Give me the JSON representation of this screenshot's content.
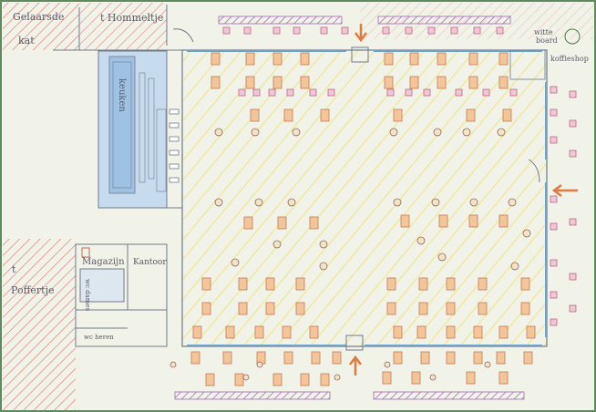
{
  "labels": {
    "street_left_1": "Gelaarsde",
    "street_left_2": "kat",
    "street_top": "t Hommeltje",
    "street_bottom_1": "t",
    "street_bottom_2": "Poffertje",
    "kitchen": "keuken",
    "magazijn": "Magazijn",
    "kantoor": "Kantoor",
    "wc_dames": "wc dames",
    "wc_heren": "wc heren",
    "whiteboard_1": "witte",
    "whiteboard_2": "board",
    "koffieshop": "koffieshop"
  },
  "colors": {
    "paper": "#f1f3e8",
    "pencil": "#6f7a8c",
    "table_orange": "#e8a070",
    "chair_pink": "#d58aa4",
    "wall_blue": "#6aa4c8",
    "kitchen_blue": "#b8d4ec",
    "hatch_red": "#e0a098",
    "arrow_orange": "#e07a40",
    "border": "#5f8a5f"
  }
}
